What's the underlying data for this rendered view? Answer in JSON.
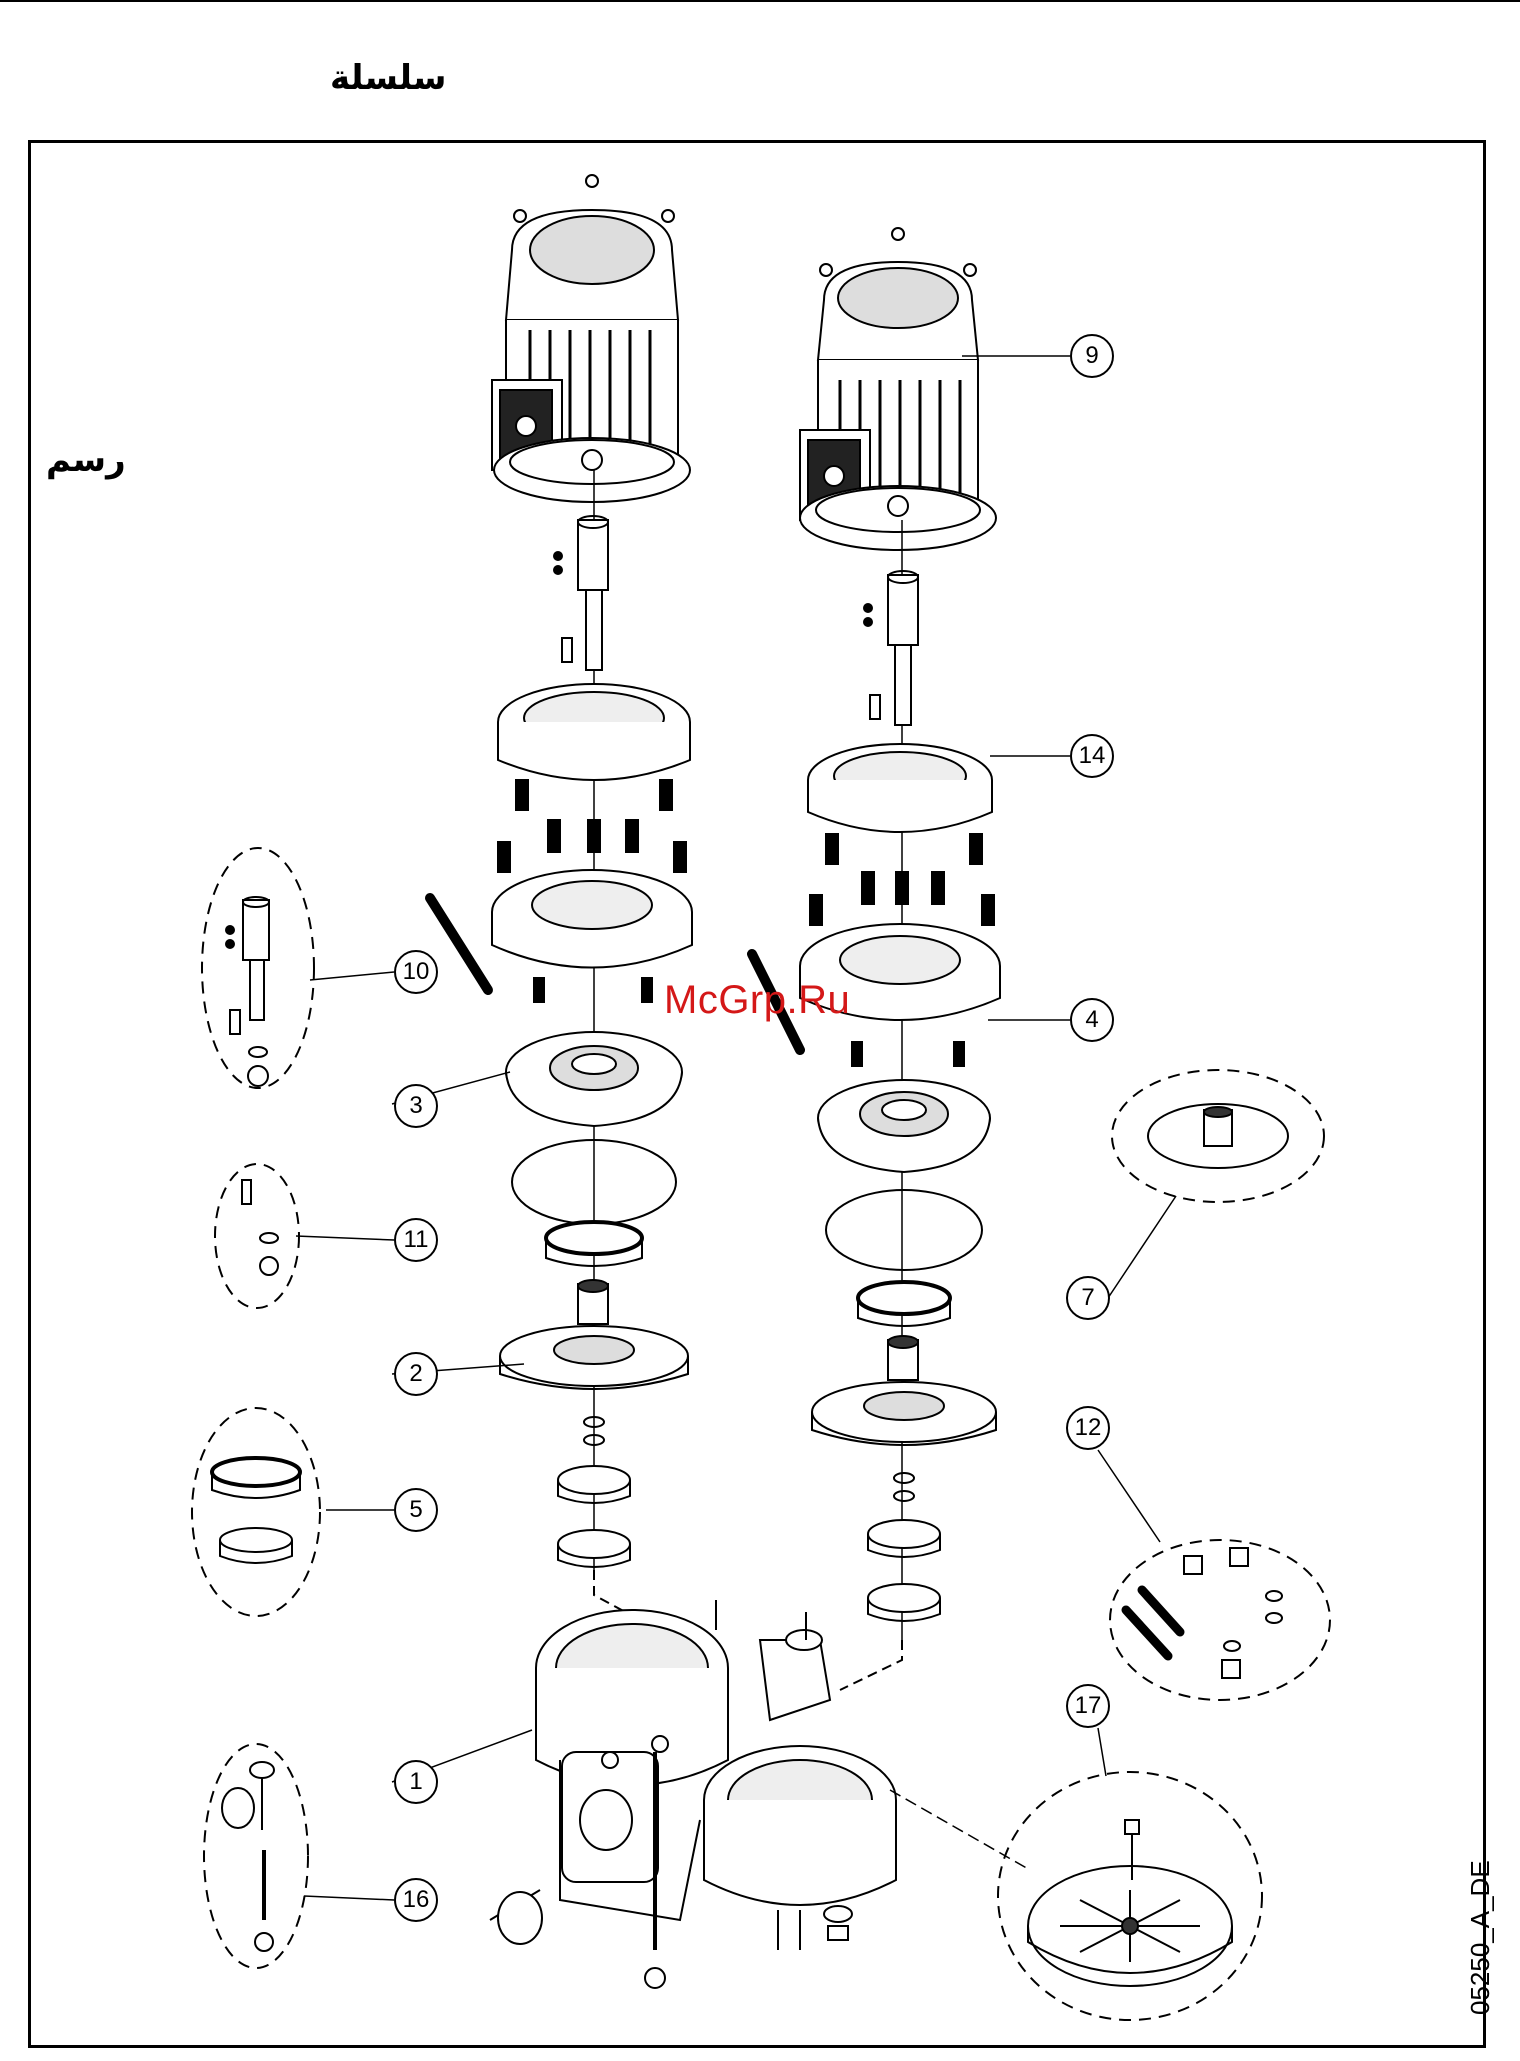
{
  "header": {
    "title": "سلسلة"
  },
  "sidebar": {
    "label": "رسم"
  },
  "watermark": "McGrp.Ru",
  "drawing_code": "05250_A_DE",
  "callouts": [
    {
      "id": "callout-9",
      "label": "9"
    },
    {
      "id": "callout-14",
      "label": "14"
    },
    {
      "id": "callout-10",
      "label": "10"
    },
    {
      "id": "callout-4",
      "label": "4"
    },
    {
      "id": "callout-3",
      "label": "3"
    },
    {
      "id": "callout-11",
      "label": "11"
    },
    {
      "id": "callout-7",
      "label": "7"
    },
    {
      "id": "callout-2",
      "label": "2"
    },
    {
      "id": "callout-12",
      "label": "12"
    },
    {
      "id": "callout-5",
      "label": "5"
    },
    {
      "id": "callout-17",
      "label": "17"
    },
    {
      "id": "callout-1",
      "label": "1"
    },
    {
      "id": "callout-16",
      "label": "16"
    }
  ],
  "colors": {
    "line": "#000000",
    "watermark": "#d41818",
    "background": "#ffffff"
  }
}
